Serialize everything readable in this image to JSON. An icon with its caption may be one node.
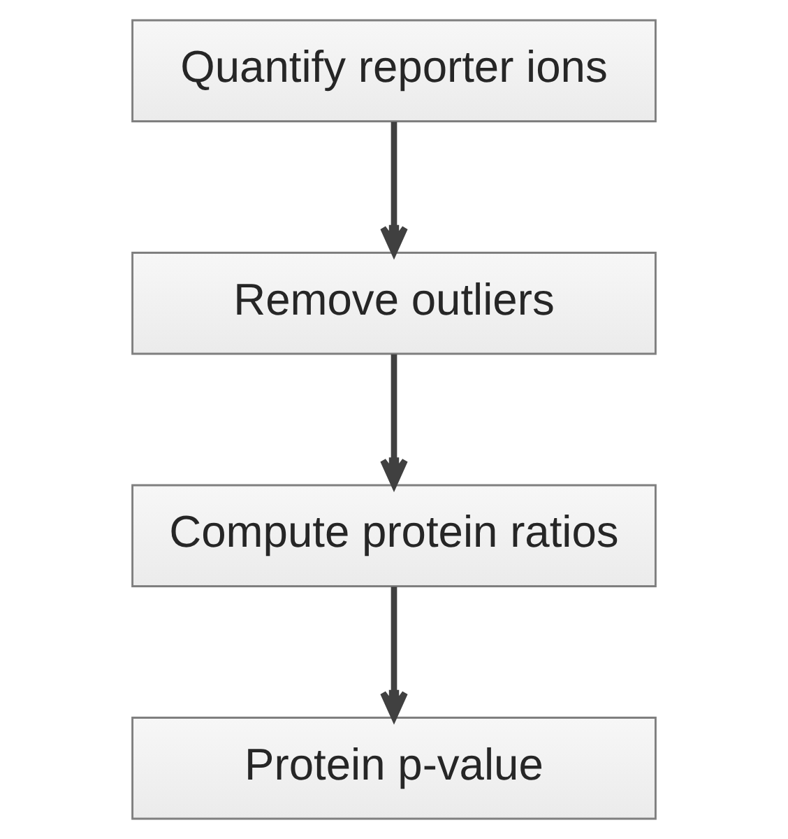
{
  "diagram": {
    "nodes": [
      {
        "text": [
          "Quantify reporter ions"
        ]
      },
      {
        "text": [
          "Remove outliers"
        ]
      },
      {
        "text": [
          "Compute protein ratios"
        ]
      },
      {
        "text": [
          "Protein p-value"
        ]
      }
    ],
    "edges": [
      {
        "from": 0,
        "to": 1,
        "arrow": "to"
      },
      {
        "from": 1,
        "to": 2,
        "arrow": "to"
      },
      {
        "from": 2,
        "to": 3,
        "arrow": "to"
      }
    ]
  }
}
